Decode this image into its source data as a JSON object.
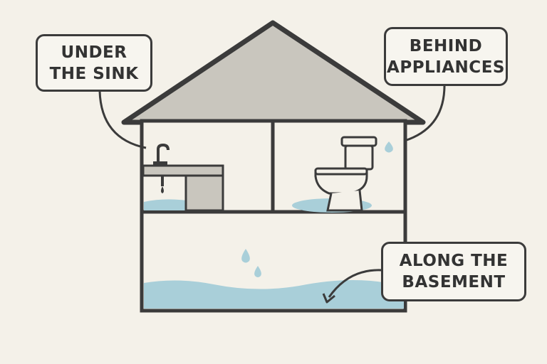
{
  "labels": {
    "sink": {
      "line1": "UNDER",
      "line2": "THE SINK"
    },
    "appliances": {
      "line1": "BEHIND",
      "line2": "APPLIANCES"
    },
    "basement": {
      "line1": "ALONG THE",
      "line2": "BASEMENT"
    }
  },
  "colors": {
    "outline": "#3b3b3b",
    "roof": "#c9c6be",
    "water": "#a9cfd9",
    "background": "#f4f1e9"
  }
}
